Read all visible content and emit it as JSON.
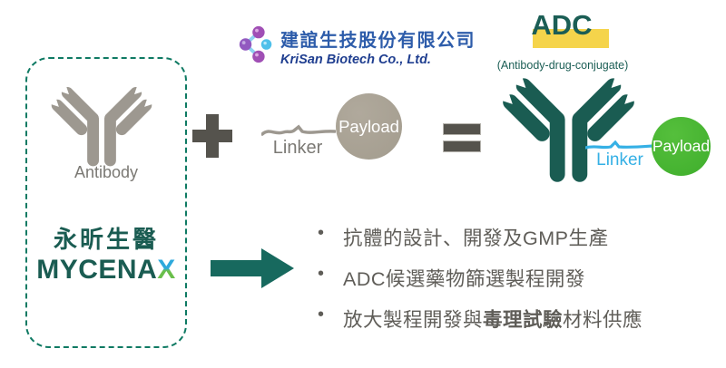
{
  "colors": {
    "teal": "#1a5c52",
    "teal-dark": "#1b5e55",
    "arrow-teal": "#17695e",
    "dash-border": "#0f7a63",
    "gray-icon": "#9d9890",
    "gray-dark": "#55534d",
    "text-gray": "#5f5d58",
    "label-gray": "#7b7974",
    "taupe": "#a39c8e",
    "yellow": "#f5d44b",
    "cyan": "#35b0e5",
    "green": "#3fae2c",
    "blue-zh": "#2d5caa",
    "blue-en": "#203f90",
    "purple": "#a04fb5",
    "cyan-ball": "#4fc0ea",
    "brand-x-blue": "#2ea9dc",
    "brand-x-green": "#6abf4b"
  },
  "left_panel": {
    "antibody_label": "Antibody",
    "company_name_zh": "永昕生醫",
    "brand_prefix": "MYCENA",
    "brand_x": "X"
  },
  "krisan": {
    "company_zh": "建誼生技股份有限公司",
    "company_en": "KriSan Biotech Co., Ltd."
  },
  "conjugation": {
    "linker_label": "Linker",
    "payload_label": "Payload"
  },
  "adc": {
    "title": "ADC",
    "subtitle": "(Antibody-drug-conjugate)",
    "linker_label": "Linker",
    "payload_label": "Payload"
  },
  "bullets": [
    {
      "segments": [
        {
          "t": "抗體的設計、開發及GMP生產",
          "b": false
        }
      ]
    },
    {
      "segments": [
        {
          "t": "ADC候選藥物篩選製程開發",
          "b": false
        }
      ]
    },
    {
      "segments": [
        {
          "t": "放大製程開發與",
          "b": false
        },
        {
          "t": "毒理試驗",
          "b": true
        },
        {
          "t": "材料供應",
          "b": false
        }
      ]
    }
  ]
}
